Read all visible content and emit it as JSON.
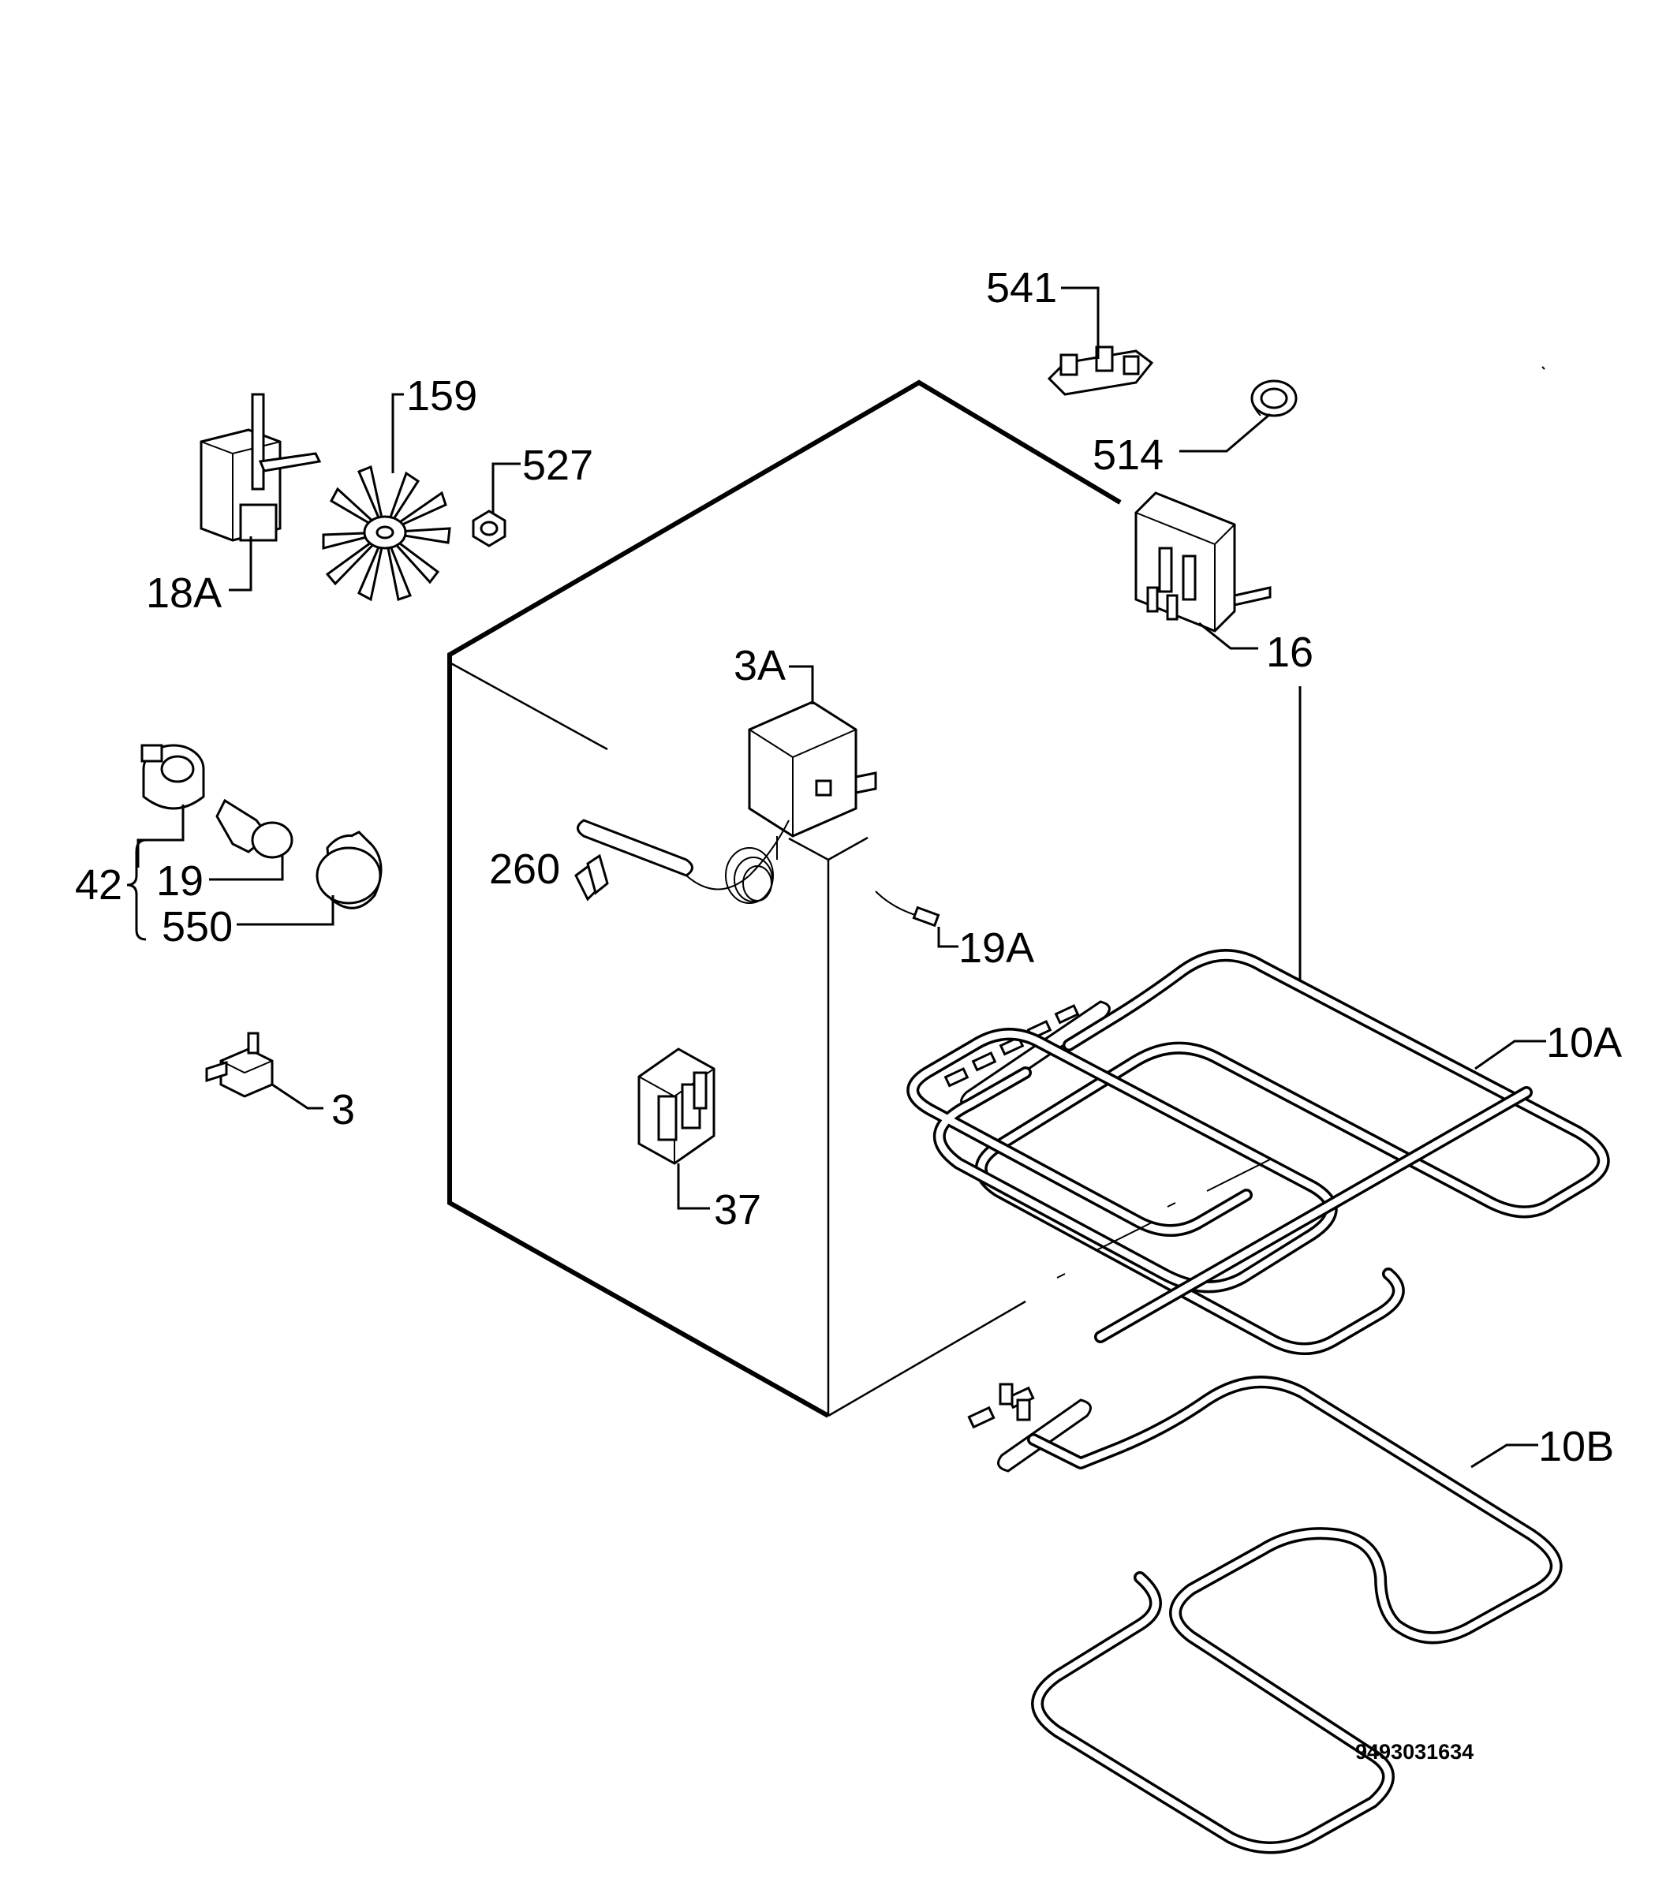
{
  "labels": {
    "p541": "541",
    "p514": "514",
    "p159": "159",
    "p527": "527",
    "p18a": "18A",
    "p16": "16",
    "p3a": "3A",
    "p42": "42",
    "p19": "19",
    "p550": "550",
    "p260": "260",
    "p19a": "19A",
    "p10a": "10A",
    "p10b": "10B",
    "p3": "3",
    "p37": "37"
  },
  "doc_number": "9493031634"
}
